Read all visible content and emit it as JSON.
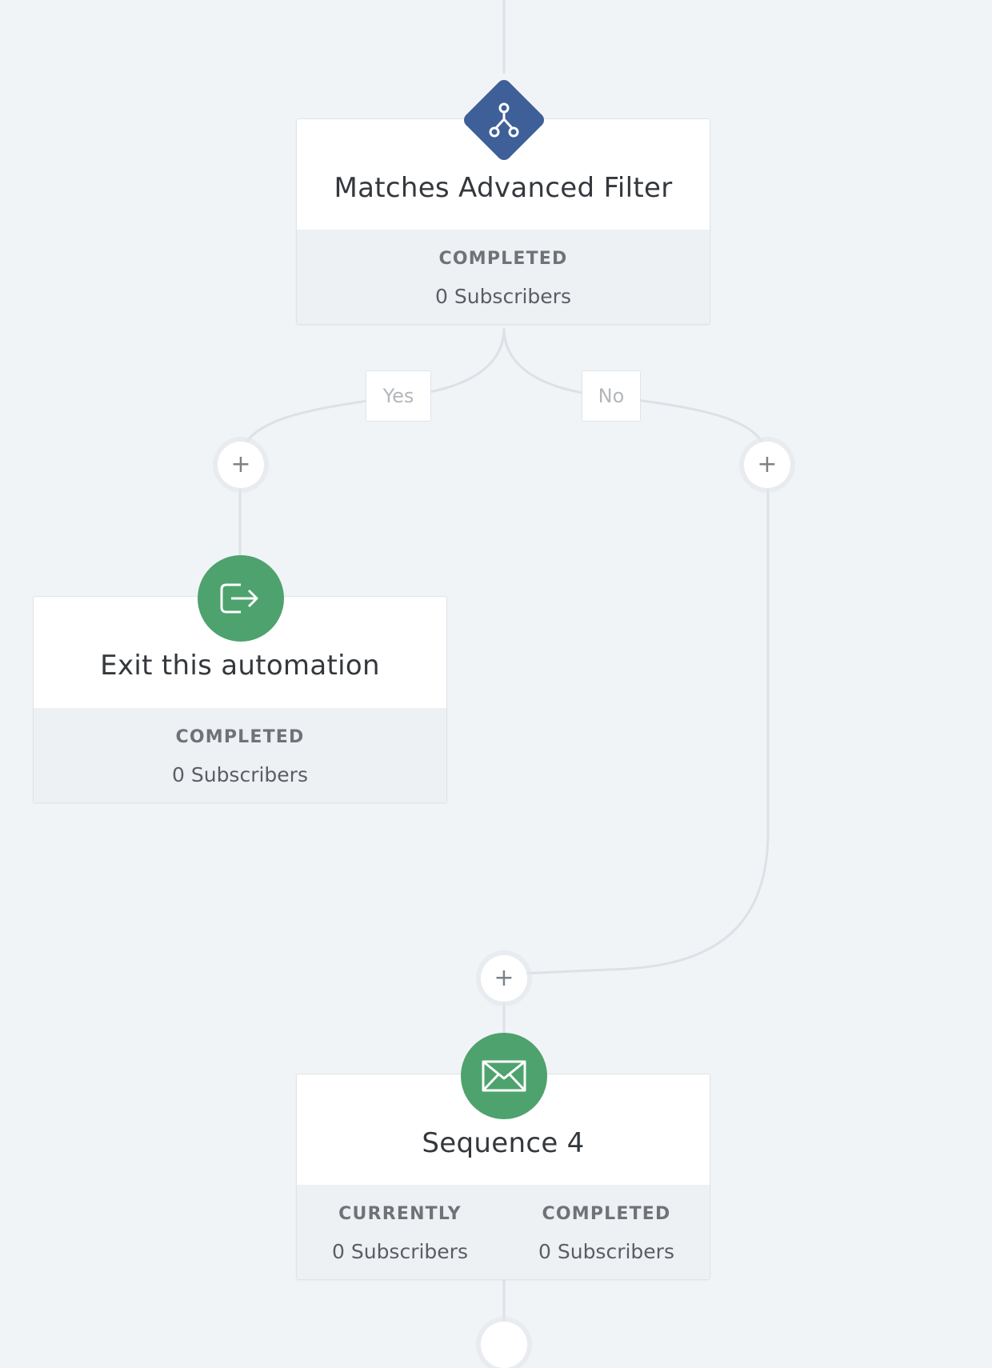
{
  "nodes": {
    "filter": {
      "title": "Matches Advanced Filter",
      "icon": "branch-filter-icon",
      "color": "#3e5f97",
      "stats": [
        {
          "label": "COMPLETED",
          "value": "0 Subscribers"
        }
      ]
    },
    "exit": {
      "title": "Exit this automation",
      "icon": "exit-icon",
      "color": "#4ea26e",
      "stats": [
        {
          "label": "COMPLETED",
          "value": "0 Subscribers"
        }
      ]
    },
    "sequence": {
      "title": "Sequence 4",
      "icon": "envelope-icon",
      "color": "#4ea26e",
      "stats": [
        {
          "label": "CURRENTLY",
          "value": "0 Subscribers"
        },
        {
          "label": "COMPLETED",
          "value": "0 Subscribers"
        }
      ]
    }
  },
  "branches": {
    "yes_label": "Yes",
    "no_label": "No"
  },
  "add_step_symbol": "+"
}
